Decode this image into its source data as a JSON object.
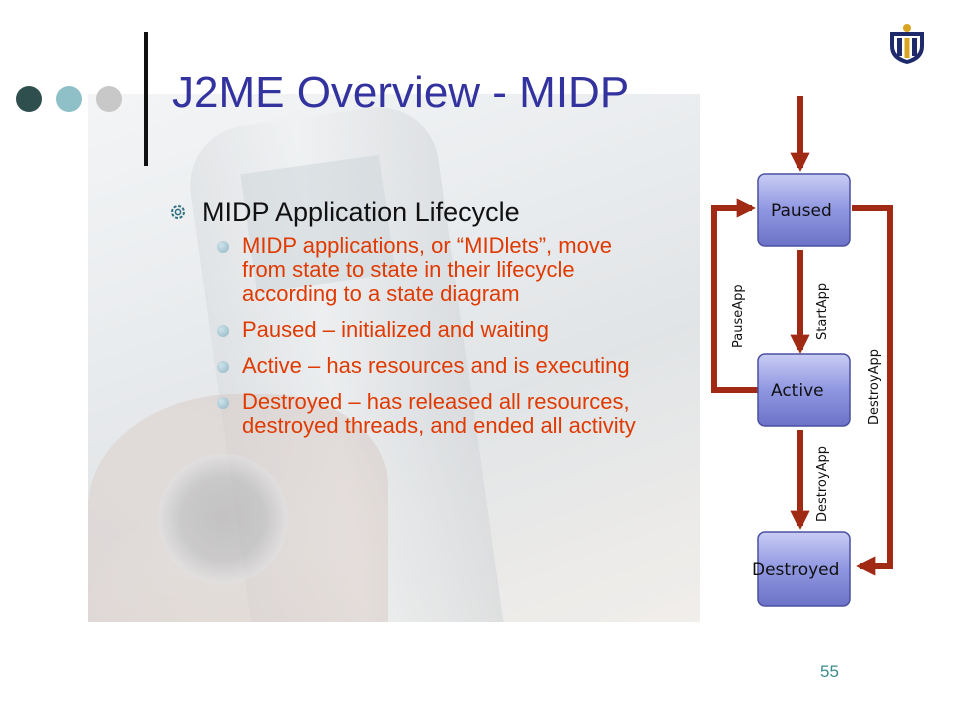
{
  "slide": {
    "title": "J2ME Overview - MIDP",
    "page_number": "55"
  },
  "content": {
    "heading": "MIDP Application Lifecycle",
    "bullets": [
      "MIDP applications, or “MIDlets”, move from state to state in their lifecycle according to a state diagram",
      "Paused – initialized and waiting",
      "Active – has resources and is executing",
      "Destroyed – has released all resources, destroyed threads, and ended all activity"
    ]
  },
  "diagram": {
    "states": [
      "Paused",
      "Active",
      "Destroyed"
    ],
    "transitions": [
      "PauseApp",
      "StartApp",
      "DestroyApp",
      "DestroyApp"
    ]
  },
  "colors": {
    "title": "#3333a0",
    "body_text": "#e03a00",
    "arrow": "#a02a14",
    "state_box": "#7b82d6",
    "dot_dark": "#2f4f4f",
    "dot_teal": "#8fc0c8",
    "dot_grey": "#c8c8c8"
  },
  "icons": {
    "logo": "university-crest-icon",
    "level1_bullet": "gear-bullet-icon"
  }
}
